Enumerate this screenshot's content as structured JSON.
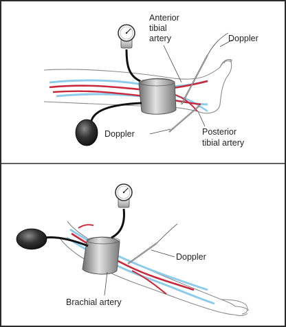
{
  "labels": {
    "anterior_tibial_line1": "Anterior",
    "anterior_tibial_line2": "tibial",
    "anterior_tibial_line3": "artery",
    "doppler_top_right": "Doppler",
    "doppler_top_left": "Doppler",
    "posterior_tibial_line1": "Posterior",
    "posterior_tibial_line2": "tibial artery",
    "doppler_bottom": "Doppler",
    "brachial_artery": "Brachial artery"
  },
  "colors": {
    "artery": "#c8283a",
    "vein_outline": "#7ec3e8",
    "limb_outline": "#777777",
    "cuff_dark": "#6f6f6f",
    "cuff_light": "#d8d8d8",
    "bulb": "#2a2a2a",
    "border": "#2b2b2b"
  }
}
